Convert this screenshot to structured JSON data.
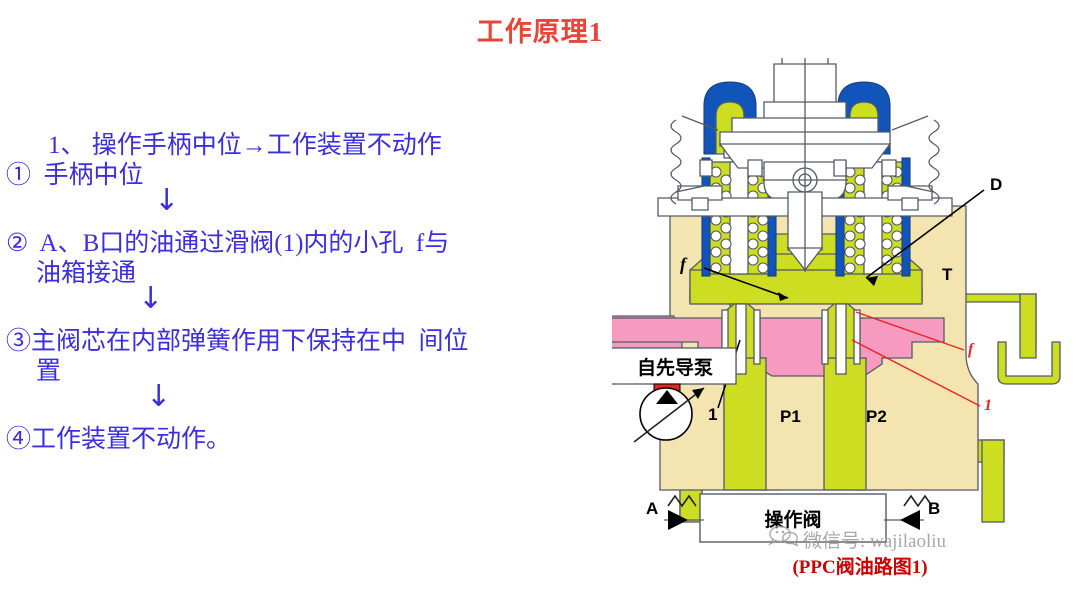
{
  "slide": {
    "title": "工作原理1"
  },
  "content": {
    "heading": "1、 操作手柄中位→工作装置不动作",
    "steps": [
      {
        "id": "step-1",
        "text": "①  手柄中位"
      },
      {
        "id": "step-2",
        "text": "②  A、B口的油通过滑阀(1)内的小孔  f与",
        "continuation": "油箱接通"
      },
      {
        "id": "step-3",
        "text": "③主阀芯在内部弹簧作用下保持在中  间位",
        "continuation": "置"
      },
      {
        "id": "step-4",
        "text": "④工作装置不动作。",
        "continuation": ""
      }
    ],
    "arrow_glyph": "↓"
  },
  "diagram": {
    "caption": "(PPC阀油路图1)",
    "labels": {
      "f_left": "f",
      "f_right": "f",
      "D": "D",
      "T": "T",
      "one_left": "1",
      "one_right": "1",
      "P1": "P1",
      "P2": "P2",
      "A": "A",
      "B": "B"
    },
    "boxes": {
      "pump": "自先导泵",
      "control_valve": "操作阀"
    },
    "colors": {
      "body_beige": "#f3e4b0",
      "oil_green": "#ccdd22",
      "oil_pink": "#f79ac0",
      "cap_blue": "#1155bb",
      "outline": "#555a66",
      "red_leader": "#ee2222",
      "black_leader": "#000000"
    }
  },
  "watermark": {
    "text": "微信号: wajilaoliu",
    "icon": "wechat-icon"
  }
}
